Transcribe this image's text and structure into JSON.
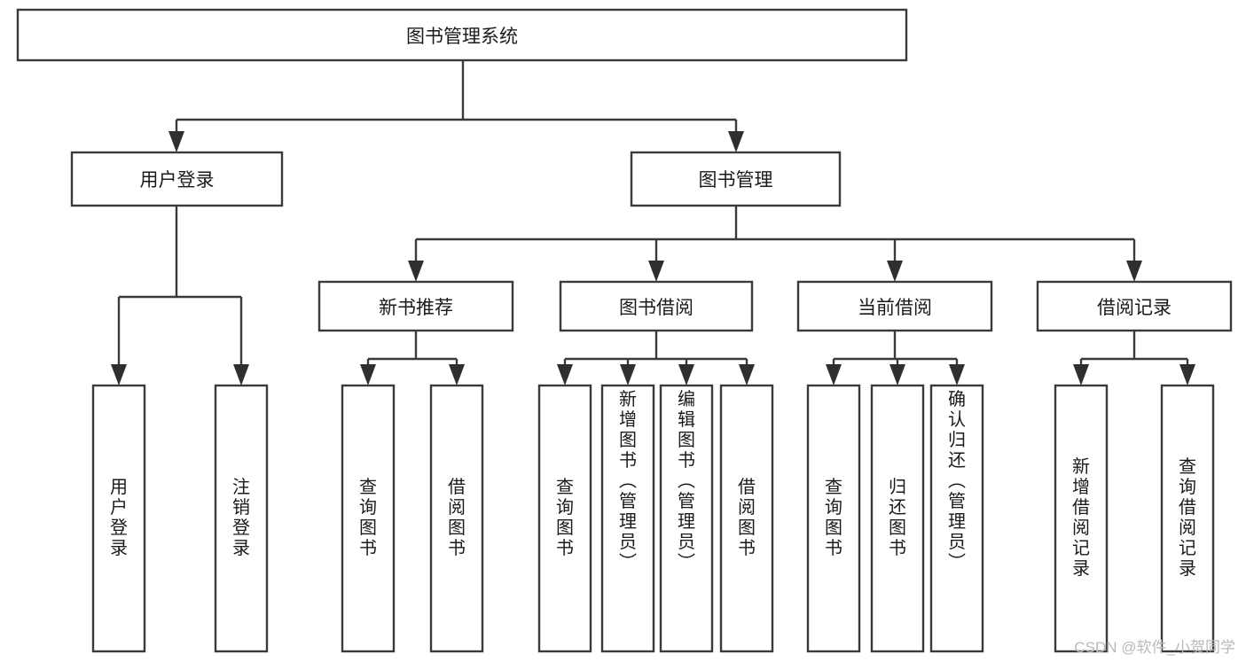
{
  "diagram": {
    "title": "图书管理系统",
    "type": "tree",
    "watermark": "CSDN @软件_小贺同学",
    "colors": {
      "box_stroke": "#3a3a3a",
      "box_fill": "#ffffff",
      "text": "#1a1a1a",
      "background": "#ffffff",
      "watermark": "#b9b9b9"
    },
    "root": {
      "label": "图书管理系统"
    },
    "level2": [
      {
        "label": "用户登录"
      },
      {
        "label": "图书管理"
      }
    ],
    "level3": [
      {
        "label": "新书推荐"
      },
      {
        "label": "图书借阅"
      },
      {
        "label": "当前借阅"
      },
      {
        "label": "借阅记录"
      }
    ],
    "leaves": {
      "user_login": [
        {
          "label": "用户登录"
        },
        {
          "label": "注销登录"
        }
      ],
      "new_book_recommend": [
        {
          "label": "查询图书"
        },
        {
          "label": "借阅图书"
        }
      ],
      "book_borrow": [
        {
          "label": "查询图书"
        },
        {
          "label": "新增图书（管理员）"
        },
        {
          "label": "编辑图书（管理员）"
        },
        {
          "label": "借阅图书"
        }
      ],
      "current_borrow": [
        {
          "label": "查询图书"
        },
        {
          "label": "归还图书"
        },
        {
          "label": "确认归还（管理员）"
        }
      ],
      "borrow_record": [
        {
          "label": "新增借阅记录"
        },
        {
          "label": "查询借阅记录"
        }
      ]
    }
  }
}
